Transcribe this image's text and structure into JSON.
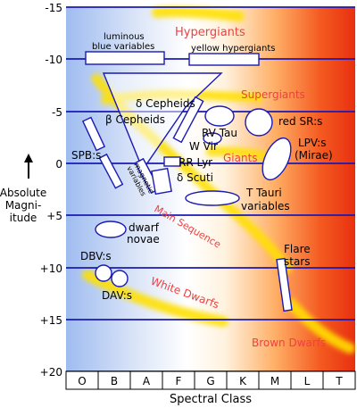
{
  "axis": {
    "y_label_lines": [
      "Absolute",
      "Magni-",
      "itude"
    ],
    "y_ticks": [
      "-15",
      "-10",
      "-5",
      "0",
      "+5",
      "+10",
      "+15",
      "+20"
    ],
    "x_label": "Spectral Class",
    "x_ticks": [
      "O",
      "B",
      "A",
      "F",
      "G",
      "K",
      "M",
      "L",
      "T"
    ]
  },
  "regions": {
    "hypergiants": "Hypergiants",
    "supergiants": "Supergiants",
    "giants": "Giants",
    "main_sequence": "Main Sequence",
    "white_dwarfs": "White Dwarfs",
    "brown_dwarfs": "Brown Dwarfs"
  },
  "variables": {
    "lbv_1": "luminous",
    "lbv_2": "blue variables",
    "yellow_hypergiants": "yellow hypergiants",
    "delta_cepheids": "δ Cepheids",
    "beta_cepheids": "β Cepheids",
    "rv_tau": "RV Tau",
    "w_vir": "W Vir",
    "red_sr": "red SR:s",
    "lpv_1": "LPV:s",
    "lpv_2": "(Mirae)",
    "spb": "SPB:s",
    "magnetic_1": "magnetic",
    "magnetic_2": "variables",
    "rr_lyr": "RR Lyr",
    "delta_scuti": "δ Scuti",
    "t_tauri_1": "T Tauri",
    "t_tauri_2": "variables",
    "dwarf_novae_1": "dwarf",
    "dwarf_novae_2": "novae",
    "dbv": "DBV:s",
    "dav": "DAV:s",
    "flare_1": "Flare",
    "flare_2": "stars"
  },
  "colors": {
    "hot_blue": "#9fbcf0",
    "cool_red": "#e83010",
    "line_blue": "#1a1ab4",
    "label_red": "#f04040",
    "band_yellow": "#ffe000"
  }
}
